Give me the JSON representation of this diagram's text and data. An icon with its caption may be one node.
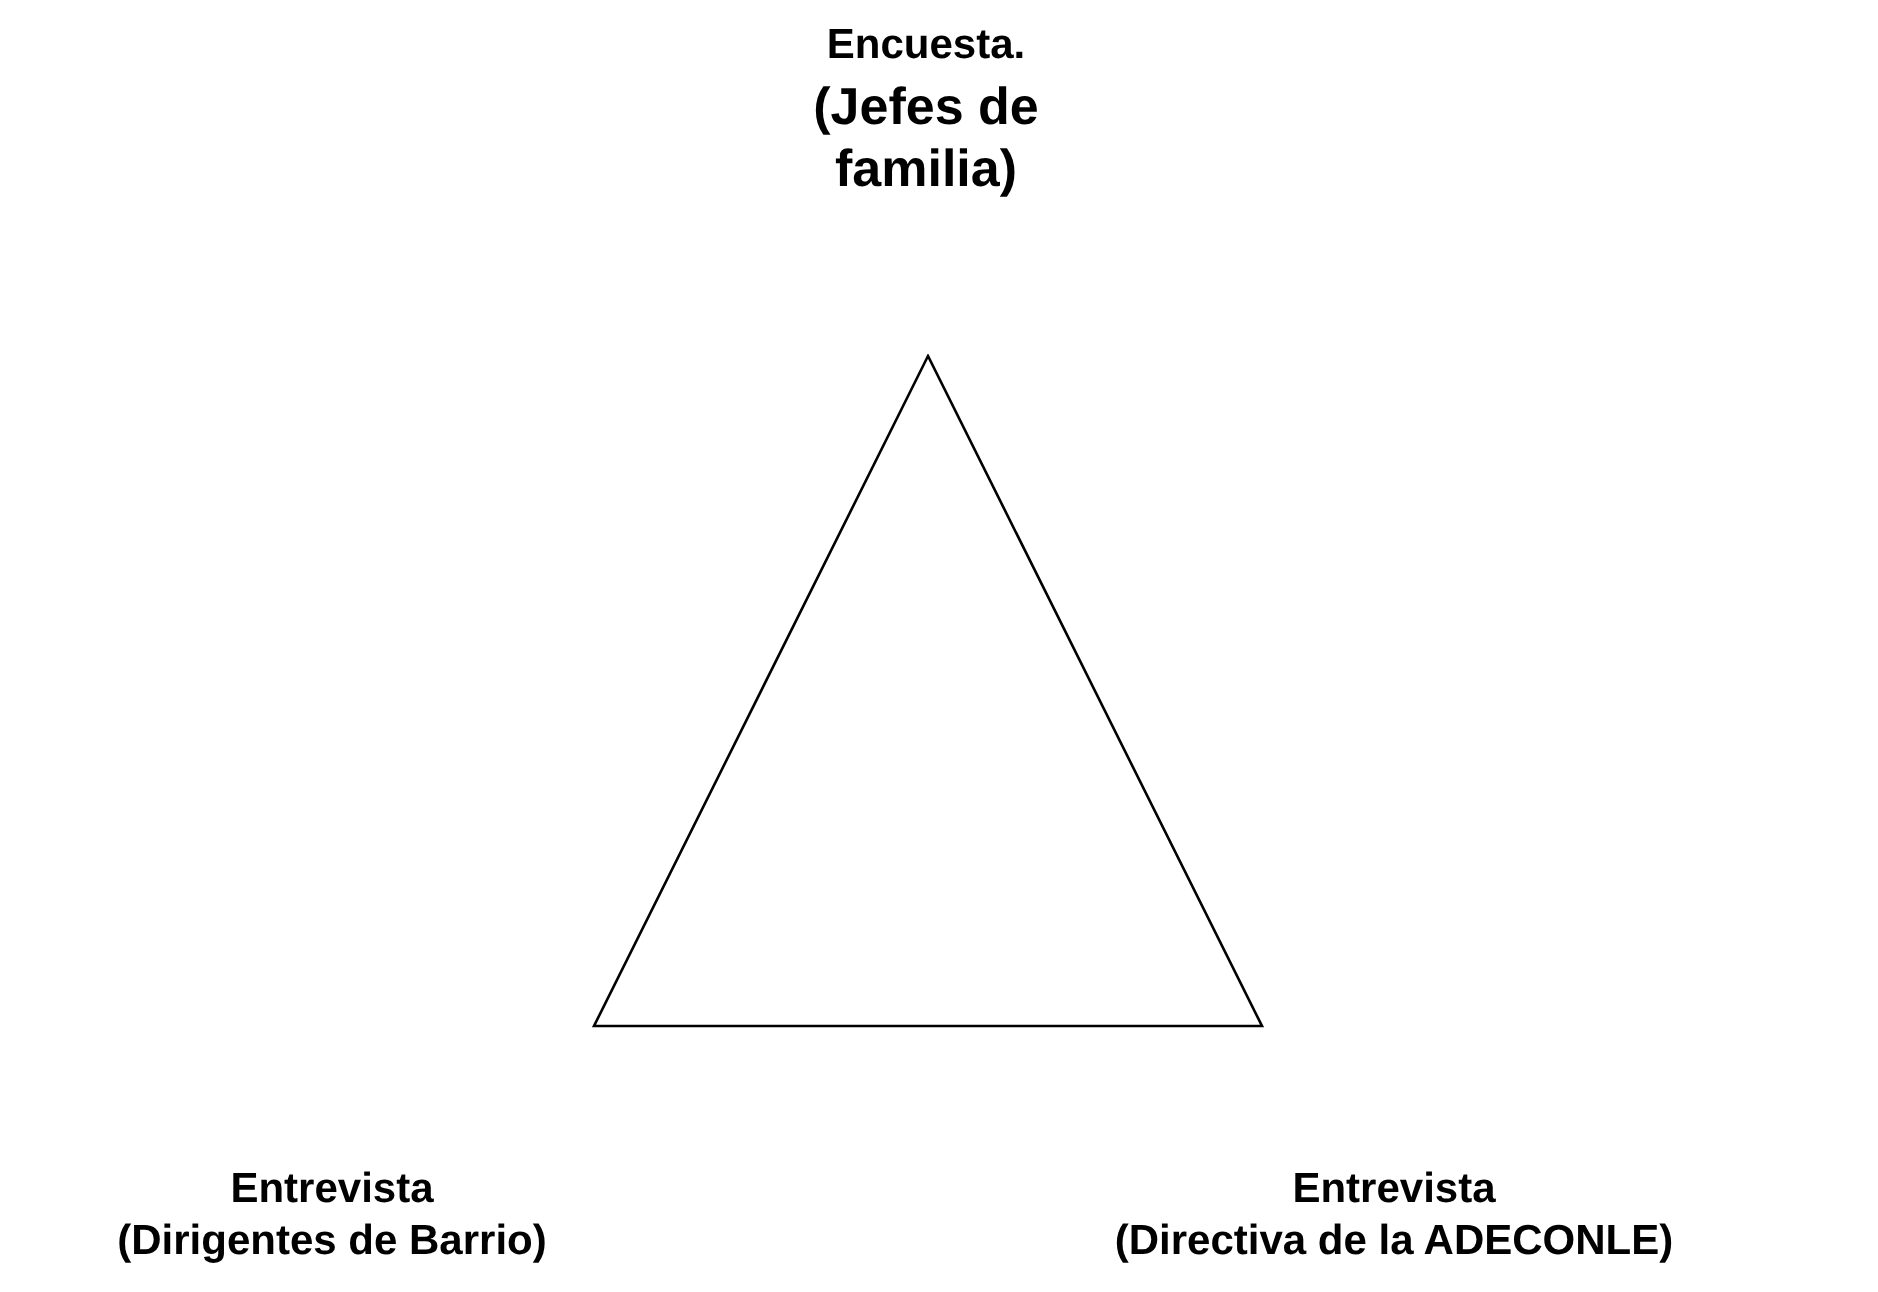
{
  "diagram": {
    "nodes": [
      {
        "text": [],
        "shape": "triangle"
      }
    ],
    "edges": [],
    "labels": [
      "Encuesta.",
      "(Jefes de familia)",
      "Entrevista",
      "Entrevista",
      "(Dirigentes de Barrio)",
      "(Directiva de la ADECONLE)"
    ]
  }
}
